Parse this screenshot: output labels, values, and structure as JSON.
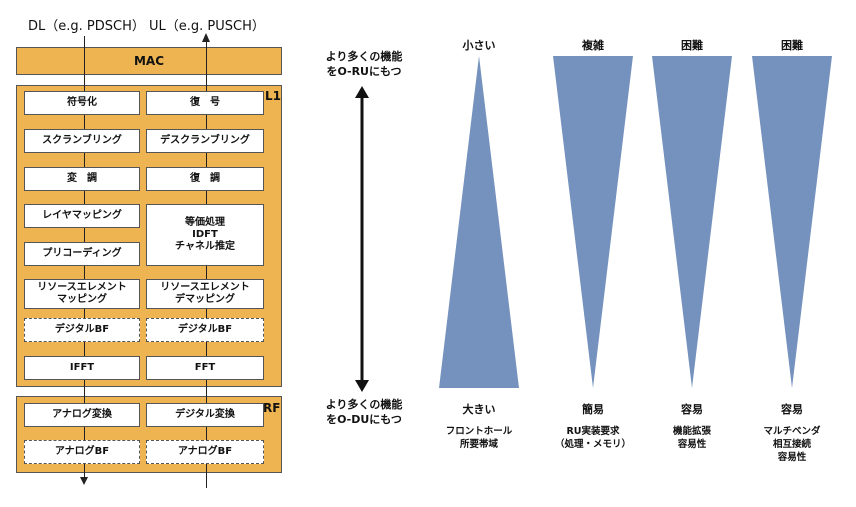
{
  "headers": {
    "dl": "DL（e.g. PDSCH）",
    "ul": "UL（e.g. PUSCH）"
  },
  "stack": {
    "mac": "MAC",
    "l1_tag": "L1",
    "rf_tag": "RF",
    "dl": {
      "encoding": "符号化",
      "scrambling": "スクランブリング",
      "modulation": "変　調",
      "layer_mapping": "レイヤマッピング",
      "precoding": "プリコーディング",
      "re_mapping_1": "リソースエレメント",
      "re_mapping_2": "マッピング",
      "digital_bf": "デジタルBF",
      "ifft": "IFFT",
      "analog_conv": "アナログ変換",
      "analog_bf": "アナログBF"
    },
    "ul": {
      "decoding": "復　号",
      "descrambling": "デスクランブリング",
      "demodulation": "復　調",
      "eq_1": "等価処理",
      "eq_2": "IDFT",
      "eq_3": "チャネル推定",
      "re_demap_1": "リソースエレメント",
      "re_demap_2": "デマッピング",
      "digital_bf": "デジタルBF",
      "fft": "FFT",
      "digital_conv": "デジタル変換",
      "analog_bf": "アナログBF"
    }
  },
  "split": {
    "top_1": "より多くの機能",
    "top_2": "をO-RUにもつ",
    "bottom_1": "より多くの機能",
    "bottom_2": "をO-DUにもつ"
  },
  "triangles": [
    {
      "top": "小さい",
      "bottom": "大きい",
      "note": [
        "フロントホール",
        "所要帯域"
      ],
      "direction": "up"
    },
    {
      "top": "複雑",
      "bottom": "簡易",
      "note": [
        "RU実装要求",
        "（処理・メモリ）"
      ],
      "direction": "down"
    },
    {
      "top": "困難",
      "bottom": "容易",
      "note": [
        "機能拡張",
        "容易性"
      ],
      "direction": "down"
    },
    {
      "top": "困難",
      "bottom": "容易",
      "note": [
        "マルチベンダ",
        "相互接続",
        "容易性"
      ],
      "direction": "down"
    }
  ],
  "colors": {
    "panel": "#EDB451",
    "triangle": "#7592BE",
    "border": "#555555"
  }
}
